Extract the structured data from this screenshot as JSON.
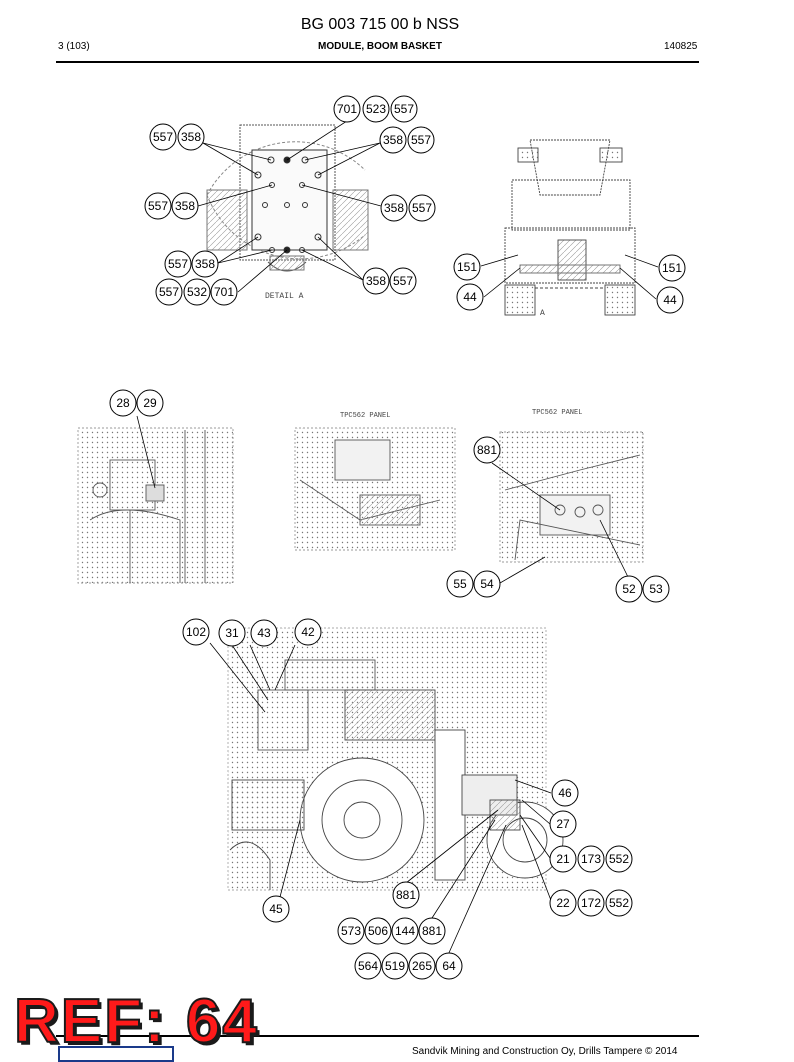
{
  "header": {
    "title": "BG 003 715 00 b NSS",
    "page": "3 (103)",
    "module": "MODULE, BOOM BASKET",
    "code": "140825"
  },
  "views": {
    "detail_a_caption": "DETAIL A",
    "view_a_caption": "A",
    "panel_caption_1": "TPC562 PANEL",
    "panel_caption_2": "TPC562 PANEL"
  },
  "callouts": {
    "c01": "701",
    "c02": "523",
    "c03": "557",
    "c04": "557",
    "c05": "358",
    "c06": "358",
    "c07": "557",
    "c08": "557",
    "c09": "358",
    "c10": "358",
    "c11": "557",
    "c12": "557",
    "c13": "358",
    "c14": "358",
    "c15": "557",
    "c16": "557",
    "c17": "532",
    "c18": "701",
    "c19": "151",
    "c20": "44",
    "c21": "151",
    "c22": "44",
    "c23": "28",
    "c24": "29",
    "c25": "881",
    "c26": "55",
    "c27": "54",
    "c28": "52",
    "c29": "53",
    "c30": "102",
    "c31": "31",
    "c32": "43",
    "c33": "42",
    "c34": "46",
    "c35": "27",
    "c36": "21",
    "c37": "173",
    "c38": "552",
    "c39": "22",
    "c40": "172",
    "c41": "552",
    "c42": "881",
    "c43": "45",
    "c44": "573",
    "c45": "506",
    "c46": "144",
    "c47": "881",
    "c48": "564",
    "c49": "519",
    "c50": "265",
    "c51": "64"
  },
  "ref_label": "REF: 64",
  "footer": {
    "copyright": "Sandvik Mining and Construction Oy, Drills Tampere © 2014"
  }
}
